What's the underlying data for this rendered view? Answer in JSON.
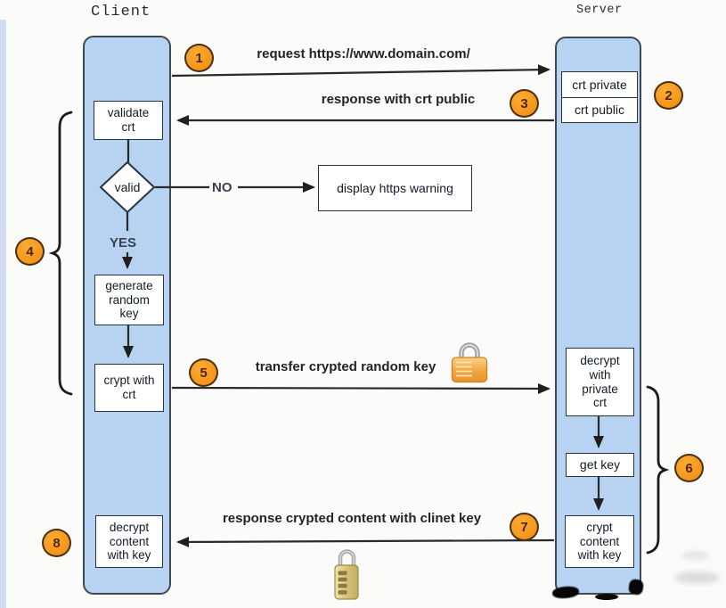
{
  "headers": {
    "client": "Client",
    "server": "Server"
  },
  "steps": {
    "s1": "1",
    "s2": "2",
    "s3": "3",
    "s4": "4",
    "s5": "5",
    "s6": "6",
    "s7": "7",
    "s8": "8"
  },
  "messages": {
    "request": "request https://www.domain.com/",
    "response_public": "response with crt public",
    "transfer_key": "transfer crypted random key",
    "response_content": "response crypted content with clinet key"
  },
  "client_flow": {
    "validate_crt": "validate\ncrt",
    "valid": "valid",
    "yes": "YES",
    "no": "NO",
    "generate_key": "generate\nrandom\nkey",
    "crypt_with_crt": "crypt with\ncrt",
    "decrypt_content": "decrypt\ncontent\nwith key",
    "warning": "display https warning"
  },
  "server_flow": {
    "crt_private": "crt private",
    "crt_public": "crt public",
    "decrypt_private": "decrypt\nwith\nprivate\ncrt",
    "get_key": "get key",
    "crypt_content": "crypt\ncontent\nwith key"
  },
  "icons": {
    "padlock": "closed-padlock",
    "combination_lock": "combination-padlock"
  },
  "colors": {
    "lifeline_fill": "#b7d3f1",
    "lifeline_border": "#3d4a56",
    "node_border": "#28343f",
    "step_fill": "#f79a1d",
    "step_border": "#4a3010",
    "arrow": "#2a2a2a",
    "lock_gold": "#f2a63e",
    "lock_brass": "#d6c379"
  }
}
